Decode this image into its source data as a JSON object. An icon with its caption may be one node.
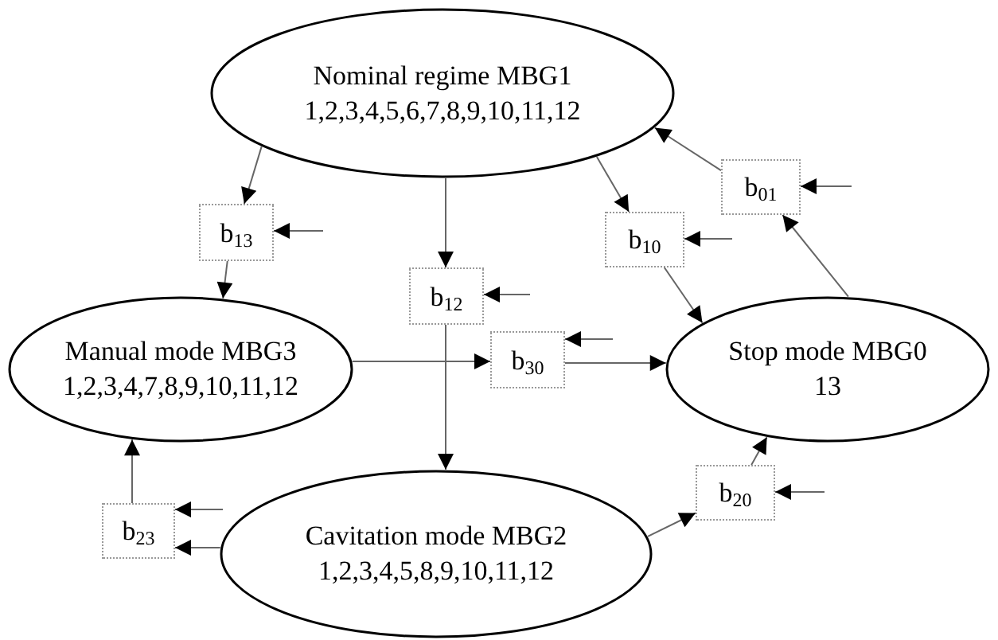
{
  "diagram": {
    "nodes": [
      {
        "text": [
          "Nominal regime MBG1",
          "1,2,3,4,5,6,7,8,9,10,11,12"
        ]
      },
      {
        "text": [
          "Manual mode MBG3",
          "1,2,3,4,7,8,9,10,11,12"
        ]
      },
      {
        "text": [
          "Stop mode MBG0",
          "13"
        ]
      },
      {
        "text": [
          "Cavitation mode MBG2",
          "1,2,3,4,5,8,9,10,11,12"
        ]
      },
      {
        "text": [
          "b$_{13}$"
        ]
      },
      {
        "text": [
          "b$_{12}$"
        ]
      },
      {
        "text": [
          "b$_{10}$"
        ]
      },
      {
        "text": [
          "b$_{01}$"
        ]
      },
      {
        "text": [
          "b$_{30}$"
        ]
      },
      {
        "text": [
          "b$_{23}$"
        ]
      },
      {
        "text": [
          "b$_{20}$"
        ]
      }
    ],
    "edges": [
      {
        "from": 0,
        "to": 4,
        "arrow": "to"
      },
      {
        "from": 4,
        "to": 1,
        "arrow": "to"
      },
      {
        "from": 0,
        "to": 5,
        "arrow": "to"
      },
      {
        "from": 5,
        "to": 3,
        "arrow": "to"
      },
      {
        "from": 0,
        "to": 6,
        "arrow": "to"
      },
      {
        "from": 6,
        "to": 2,
        "arrow": "to"
      },
      {
        "from": 2,
        "to": 7,
        "arrow": "to"
      },
      {
        "from": 7,
        "to": 0,
        "arrow": "to"
      },
      {
        "from": 1,
        "to": 8,
        "arrow": "to"
      },
      {
        "from": 8,
        "to": 2,
        "arrow": "to"
      },
      {
        "from": 3,
        "to": 9,
        "arrow": "to"
      },
      {
        "from": 9,
        "to": 1,
        "arrow": "to"
      },
      {
        "from": 3,
        "to": 10,
        "arrow": "to"
      },
      {
        "from": 10,
        "to": 2,
        "arrow": "to"
      },
      {
        "from": null,
        "to": 4,
        "arrow": "to"
      },
      {
        "from": null,
        "to": 5,
        "arrow": "to"
      },
      {
        "from": null,
        "to": 6,
        "arrow": "to"
      },
      {
        "from": null,
        "to": 7,
        "arrow": "to"
      },
      {
        "from": null,
        "to": 8,
        "arrow": "to"
      },
      {
        "from": null,
        "to": 10,
        "arrow": "to"
      },
      {
        "from": null,
        "to": 9,
        "arrow": "to"
      }
    ]
  }
}
